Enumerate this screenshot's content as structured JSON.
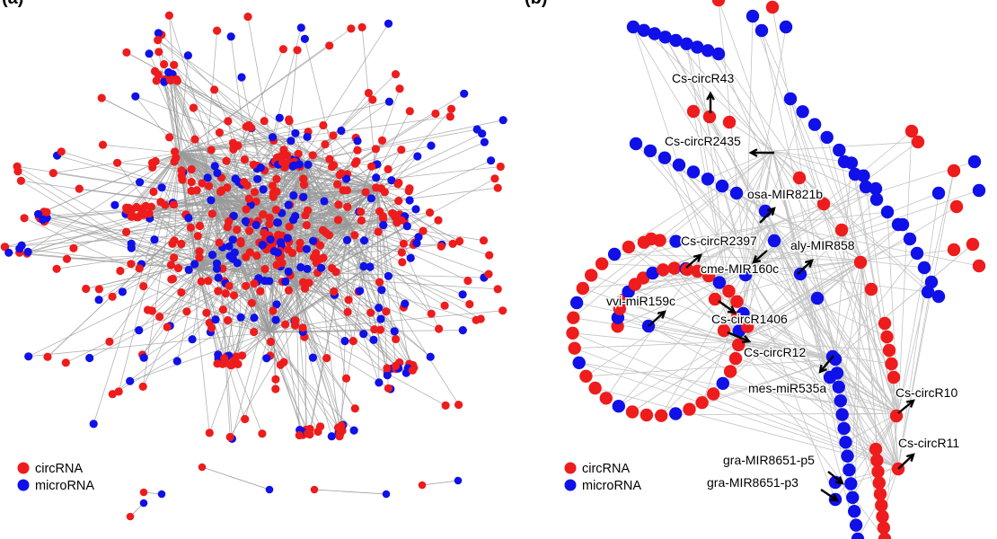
{
  "panels": [
    {
      "label": "(a)"
    },
    {
      "label": "(b)"
    }
  ],
  "legend": {
    "circ": "circRNA",
    "micro": "microRNA"
  },
  "colors": {
    "circ": "#ee1c1c",
    "micro": "#1010e8",
    "edge": "#9a9a9a",
    "edge_b": "#c4c4c4",
    "arrow": "#000000"
  },
  "annotations": [
    "Cs-circR43",
    "Cs-circR2435",
    "osa-MIR821b",
    "Cs-circR2397",
    "aly-MIR858",
    "cme-MIR160c",
    "vvi-miR159c",
    "Cs-circR1406",
    "Cs-circR12",
    "mes-miR535a",
    "Cs-circR10",
    "Cs-circR11",
    "gra-MIR8651-p5",
    "gra-MIR8651-p3"
  ]
}
